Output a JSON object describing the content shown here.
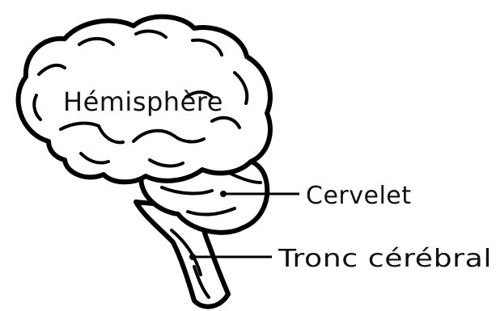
{
  "labels": {
    "hemisphere": "Hémisphère",
    "cerebellum": "Cervelet",
    "brainstem": "Tronc cérébral"
  },
  "colors": {
    "ink": "#000000",
    "background": "#ffffff"
  }
}
